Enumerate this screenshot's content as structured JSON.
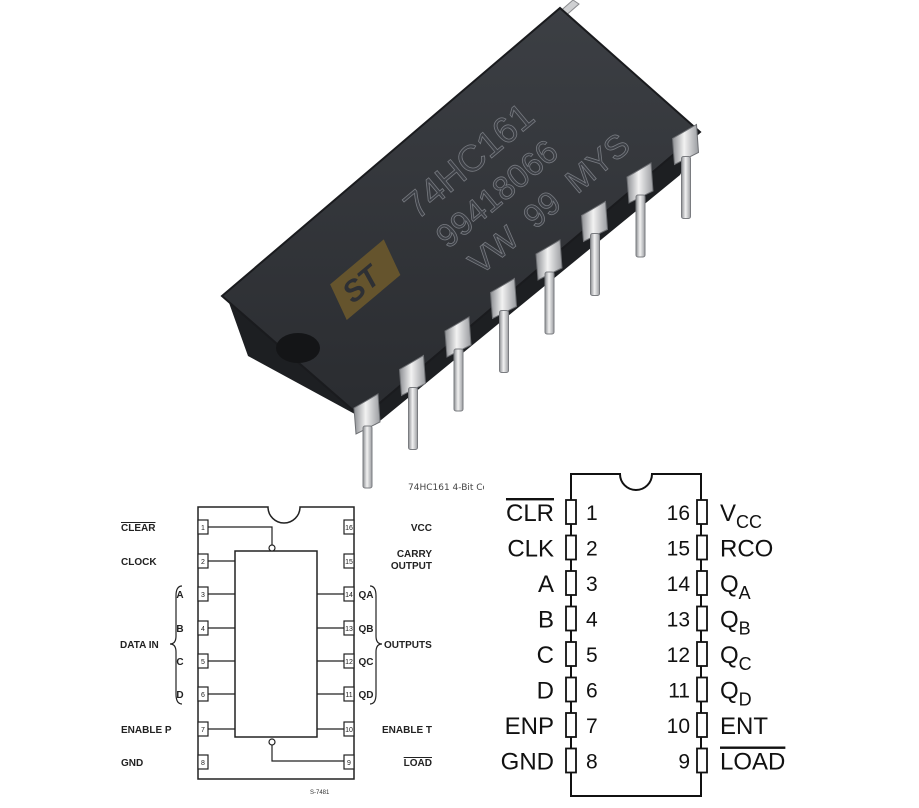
{
  "chip_photo": {
    "marking_lines": [
      "74HC161",
      "99418066",
      "VW  99  MYS"
    ],
    "logo": "ST"
  },
  "caption": "74HC161 4-Bit Cc",
  "left_diagram": {
    "pins_left": [
      {
        "num": "1",
        "label": "CLEAR",
        "overline": true
      },
      {
        "num": "2",
        "label": "CLOCK",
        "overline": false
      },
      {
        "num": "3",
        "label": "A",
        "overline": false
      },
      {
        "num": "4",
        "label": "B",
        "overline": false
      },
      {
        "num": "5",
        "label": "C",
        "overline": false
      },
      {
        "num": "6",
        "label": "D",
        "overline": false
      },
      {
        "num": "7",
        "label": "ENABLE P",
        "overline": false
      },
      {
        "num": "8",
        "label": "GND",
        "overline": false
      }
    ],
    "pins_right": [
      {
        "num": "16",
        "label": "VCC",
        "overline": false
      },
      {
        "num": "15",
        "label": "CARRY",
        "label2": "OUTPUT",
        "overline": false
      },
      {
        "num": "14",
        "label": "QA",
        "overline": false
      },
      {
        "num": "13",
        "label": "QB",
        "overline": false
      },
      {
        "num": "12",
        "label": "QC",
        "overline": false
      },
      {
        "num": "11",
        "label": "QD",
        "overline": false
      },
      {
        "num": "10",
        "label": "ENABLE T",
        "overline": false
      },
      {
        "num": "9",
        "label": "LOAD",
        "overline": true
      }
    ],
    "group_left": "DATA IN",
    "group_right": "OUTPUTS",
    "footer": "S-7481"
  },
  "right_diagram": {
    "pins_left": [
      {
        "num": "1",
        "label": "CLR",
        "overline": true
      },
      {
        "num": "2",
        "label": "CLK",
        "overline": false
      },
      {
        "num": "3",
        "label": "A",
        "overline": false
      },
      {
        "num": "4",
        "label": "B",
        "overline": false
      },
      {
        "num": "5",
        "label": "C",
        "overline": false
      },
      {
        "num": "6",
        "label": "D",
        "overline": false
      },
      {
        "num": "7",
        "label": "ENP",
        "overline": false
      },
      {
        "num": "8",
        "label": "GND",
        "overline": false
      }
    ],
    "pins_right": [
      {
        "num": "16",
        "label": "V",
        "sub": "CC",
        "overline": false
      },
      {
        "num": "15",
        "label": "RCO",
        "overline": false
      },
      {
        "num": "14",
        "label": "Q",
        "sub": "A",
        "overline": false
      },
      {
        "num": "13",
        "label": "Q",
        "sub": "B",
        "overline": false
      },
      {
        "num": "12",
        "label": "Q",
        "sub": "C",
        "overline": false
      },
      {
        "num": "11",
        "label": "Q",
        "sub": "D",
        "overline": false
      },
      {
        "num": "10",
        "label": "ENT",
        "overline": false
      },
      {
        "num": "9",
        "label": "LOAD",
        "overline": true
      }
    ]
  }
}
